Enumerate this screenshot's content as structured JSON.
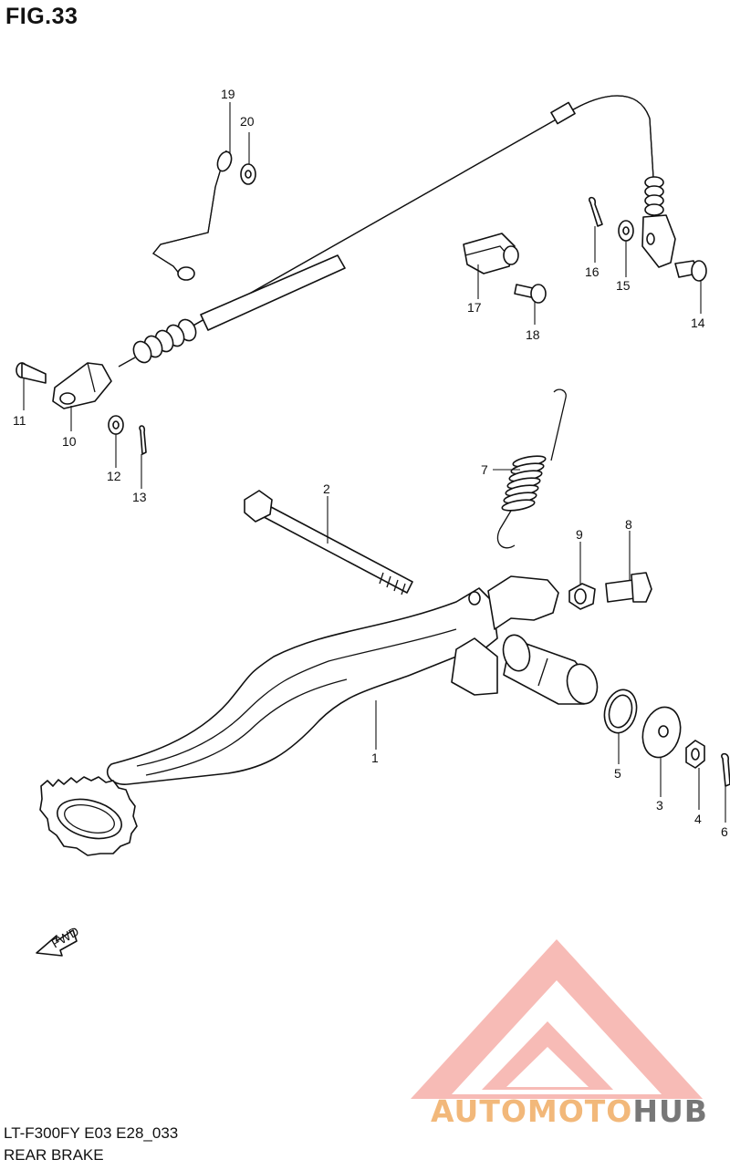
{
  "figure": {
    "title": "FIG.33",
    "model_code": "LT-F300FY E03 E28_033",
    "section_name": "REAR BRAKE",
    "fwd_label": "FWD"
  },
  "callouts": [
    {
      "id": "c1",
      "label": "1"
    },
    {
      "id": "c2",
      "label": "2"
    },
    {
      "id": "c3",
      "label": "3"
    },
    {
      "id": "c4",
      "label": "4"
    },
    {
      "id": "c5",
      "label": "5"
    },
    {
      "id": "c6",
      "label": "6"
    },
    {
      "id": "c7",
      "label": "7"
    },
    {
      "id": "c8",
      "label": "8"
    },
    {
      "id": "c9",
      "label": "9"
    },
    {
      "id": "c10",
      "label": "10"
    },
    {
      "id": "c11",
      "label": "11"
    },
    {
      "id": "c12",
      "label": "12"
    },
    {
      "id": "c13",
      "label": "13"
    },
    {
      "id": "c14",
      "label": "14"
    },
    {
      "id": "c15",
      "label": "15"
    },
    {
      "id": "c16",
      "label": "16"
    },
    {
      "id": "c17",
      "label": "17"
    },
    {
      "id": "c18",
      "label": "18"
    },
    {
      "id": "c19",
      "label": "19"
    },
    {
      "id": "c20",
      "label": "20"
    }
  ],
  "watermark": {
    "text_part1": "AUTOMOTO",
    "text_part2": "HUB",
    "color_triangle": "#f4a9a3",
    "color_part1": "#f2b87a",
    "color_part2": "#777777"
  }
}
